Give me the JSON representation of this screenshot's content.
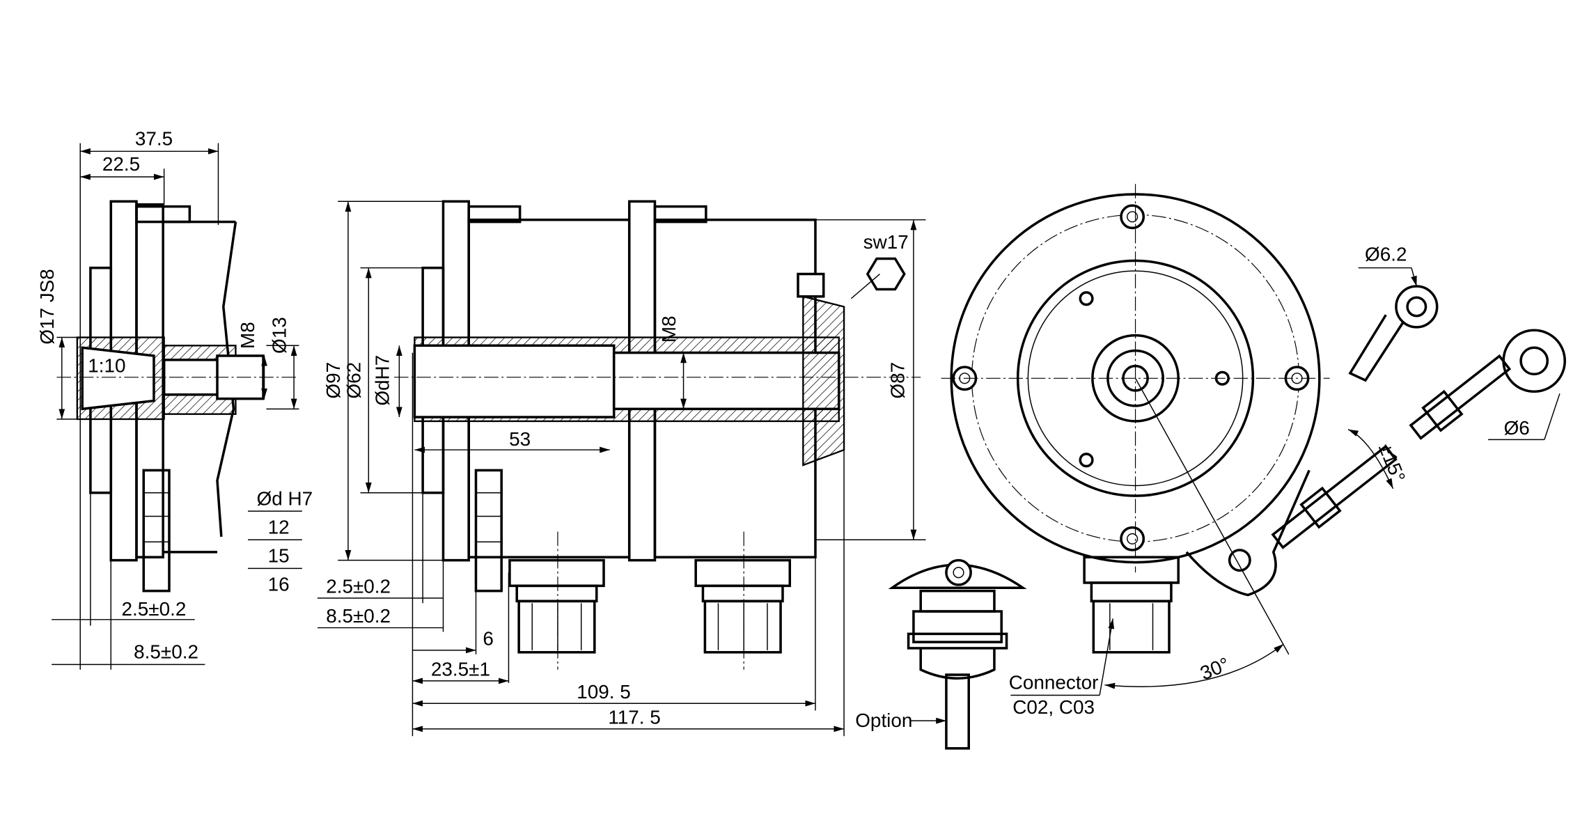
{
  "drawing": {
    "left_view": {
      "dim_37_5": "37.5",
      "dim_22_5": "22.5",
      "dim_d17": "Ø17 JS8",
      "taper": "1:10",
      "thread": "M8",
      "dim_d13": "Ø13",
      "table_header": "Ød H7",
      "table_values": [
        "12",
        "15",
        "16"
      ],
      "dim_2_5": "2.5±0.2",
      "dim_8_5": "8.5±0.2"
    },
    "side_view": {
      "dim_d97": "Ø97",
      "dim_d62": "Ø62",
      "dim_ddh7": "ØdH7",
      "dim_53": "53",
      "thread": "M8",
      "wrench": "sw17",
      "dim_d87": "Ø87",
      "dim_2_5": "2.5±0.2",
      "dim_8_5": "8.5±0.2",
      "dim_6": "6",
      "dim_23_5": "23.5±1",
      "dim_109_5": "109. 5",
      "dim_117_5": "117. 5"
    },
    "option_view": {
      "label": "Option"
    },
    "front_view": {
      "connector_label": "Connector",
      "connector_codes": "C02, C03",
      "angle_30": "30°",
      "angle_15": "±15°",
      "dim_d6_2": "Ø6.2",
      "dim_d6": "Ø6"
    }
  }
}
